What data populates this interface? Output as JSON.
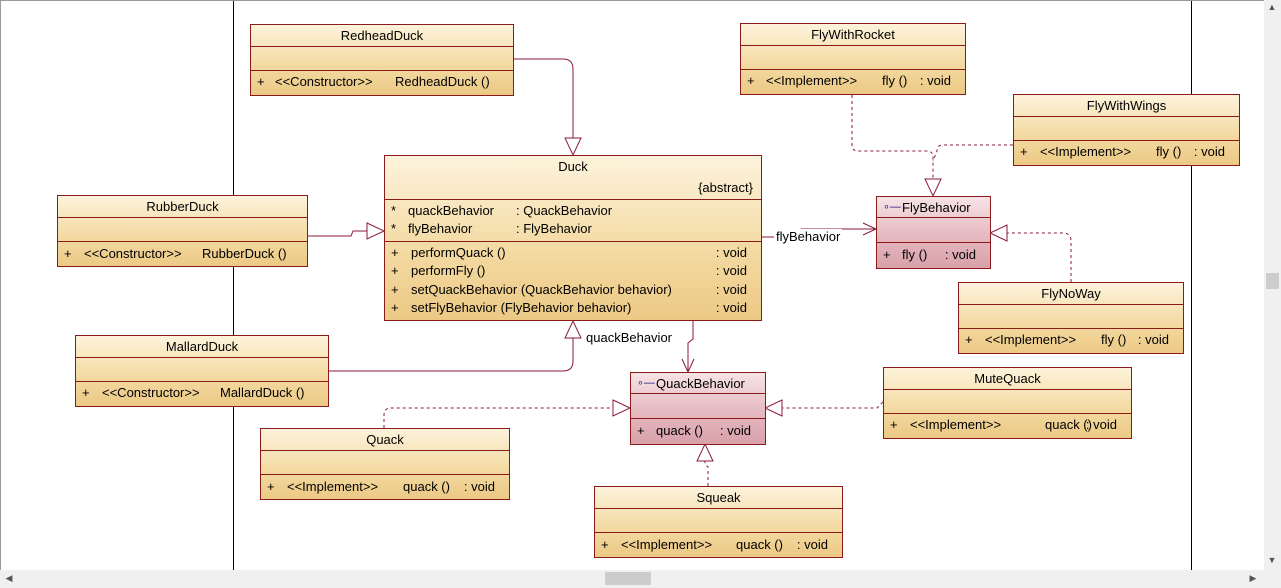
{
  "classes": {
    "redhead": {
      "name": "RedheadDuck",
      "ops": [
        {
          "vis": "+",
          "stereo": "<<Constructor>>",
          "sig": "RedheadDuck ()"
        }
      ]
    },
    "flywithrocket": {
      "name": "FlyWithRocket",
      "ops": [
        {
          "vis": "+",
          "stereo": "<<Implement>>",
          "sig": "fly ()",
          "ret": ": void"
        }
      ]
    },
    "flywithwings": {
      "name": "FlyWithWings",
      "ops": [
        {
          "vis": "+",
          "stereo": "<<Implement>>",
          "sig": "fly ()",
          "ret": ": void"
        }
      ]
    },
    "duck": {
      "name": "Duck",
      "stereotype": "{abstract}",
      "attrs": [
        {
          "vis": "*",
          "name": "quackBehavior",
          "type": ": QuackBehavior"
        },
        {
          "vis": "*",
          "name": "flyBehavior",
          "type": ": FlyBehavior"
        }
      ],
      "ops": [
        {
          "vis": "+",
          "sig": "performQuack ()",
          "ret": ": void"
        },
        {
          "vis": "+",
          "sig": "performFly ()",
          "ret": ": void"
        },
        {
          "vis": "+",
          "sig": "setQuackBehavior (QuackBehavior behavior)",
          "ret": ": void"
        },
        {
          "vis": "+",
          "sig": "setFlyBehavior (FlyBehavior behavior)",
          "ret": ": void"
        }
      ]
    },
    "flybehavior": {
      "name": "FlyBehavior",
      "ops": [
        {
          "vis": "+",
          "sig": "fly ()",
          "ret": ": void"
        }
      ]
    },
    "rubber": {
      "name": "RubberDuck",
      "ops": [
        {
          "vis": "+",
          "stereo": "<<Constructor>>",
          "sig": "RubberDuck ()"
        }
      ]
    },
    "flynoway": {
      "name": "FlyNoWay",
      "ops": [
        {
          "vis": "+",
          "stereo": "<<Implement>>",
          "sig": "fly ()",
          "ret": ": void"
        }
      ]
    },
    "mallard": {
      "name": "MallardDuck",
      "ops": [
        {
          "vis": "+",
          "stereo": "<<Constructor>>",
          "sig": "MallardDuck ()"
        }
      ]
    },
    "quackbehavior": {
      "name": "QuackBehavior",
      "ops": [
        {
          "vis": "+",
          "sig": "quack ()",
          "ret": ": void"
        }
      ]
    },
    "mutequack": {
      "name": "MuteQuack",
      "ops": [
        {
          "vis": "+",
          "stereo": "<<Implement>>",
          "sig": "quack ()",
          "ret": ": void"
        }
      ]
    },
    "quack": {
      "name": "Quack",
      "ops": [
        {
          "vis": "+",
          "stereo": "<<Implement>>",
          "sig": "quack ()",
          "ret": ": void"
        }
      ]
    },
    "squeak": {
      "name": "Squeak",
      "ops": [
        {
          "vis": "+",
          "stereo": "<<Implement>>",
          "sig": "quack ()",
          "ret": ": void"
        }
      ]
    }
  },
  "edge_labels": {
    "fly": "flyBehavior",
    "quack": "quackBehavior"
  },
  "colors": {
    "class_fill": "#f3d9a0",
    "interface_fill": "#e4b6bd",
    "border": "#8b1a1a",
    "edge": "#8b1a3a"
  },
  "icons": {
    "interface": "interface-lollipop-icon"
  }
}
